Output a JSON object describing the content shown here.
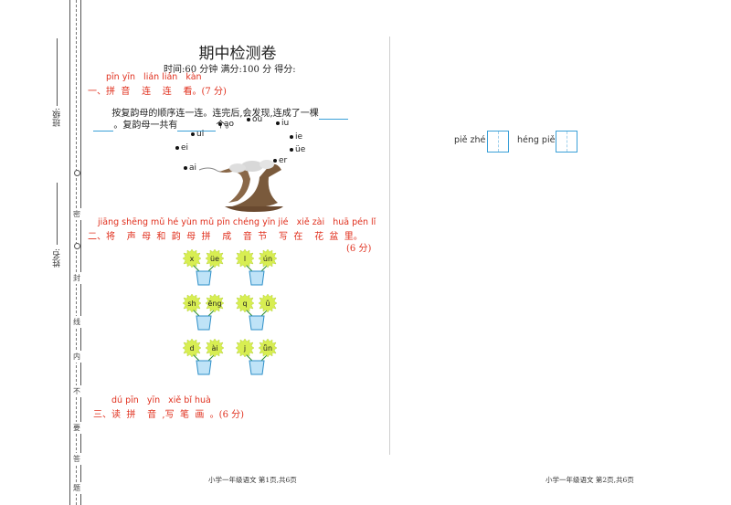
{
  "binding": {
    "class_label": "班级:",
    "name_label": "姓名:",
    "seal_chars": [
      "密",
      "封",
      "线",
      "内",
      "不",
      "要",
      "答",
      "题",
      "○"
    ]
  },
  "header": {
    "title": "期中检测卷",
    "info": "时间:60 分钟    满分:100 分    得分:"
  },
  "q1": {
    "pinyin": "pīn yīn   lián lián   kàn",
    "label": "一、拼  音    连    连    看。(7 分)",
    "text_line1": "按复韵母的顺序连一连。连完后,会发现,连成了一棵",
    "text_line2_end": "。复韵母一共有",
    "text_line2_unit": "个。",
    "nodes": [
      "ao",
      "ou",
      "iu",
      "ui",
      "ie",
      "ei",
      "üe",
      "er",
      "ai"
    ]
  },
  "q2": {
    "pinyin": "jiāng shēng mǔ hé yùn mǔ pīn chéng yīn jié   xiě zài   huā pén lǐ",
    "label": "二、将    声  母  和  韵  母  拼    成    音  节    写  在    花  盆  里。",
    "score": "(6 分)",
    "pots": [
      {
        "a": "x",
        "b": "üe"
      },
      {
        "a": "l",
        "b": "ún"
      },
      {
        "a": "sh",
        "b": "ēng"
      },
      {
        "a": "q",
        "b": "ǔ"
      },
      {
        "a": "d",
        "b": "ài"
      },
      {
        "a": "j",
        "b": "ǖn"
      }
    ]
  },
  "q3": {
    "pinyin": "dú pīn   yīn   xiě bǐ huà",
    "label": "三、读  拼    音  ,写  笔  画  。(6 分)"
  },
  "right": {
    "item1": "piě zhé",
    "item2": "héng piě"
  },
  "footer": {
    "left": "小学一年级语文    第1页,共6页",
    "right": "小学一年级语文    第2页,共6页"
  }
}
